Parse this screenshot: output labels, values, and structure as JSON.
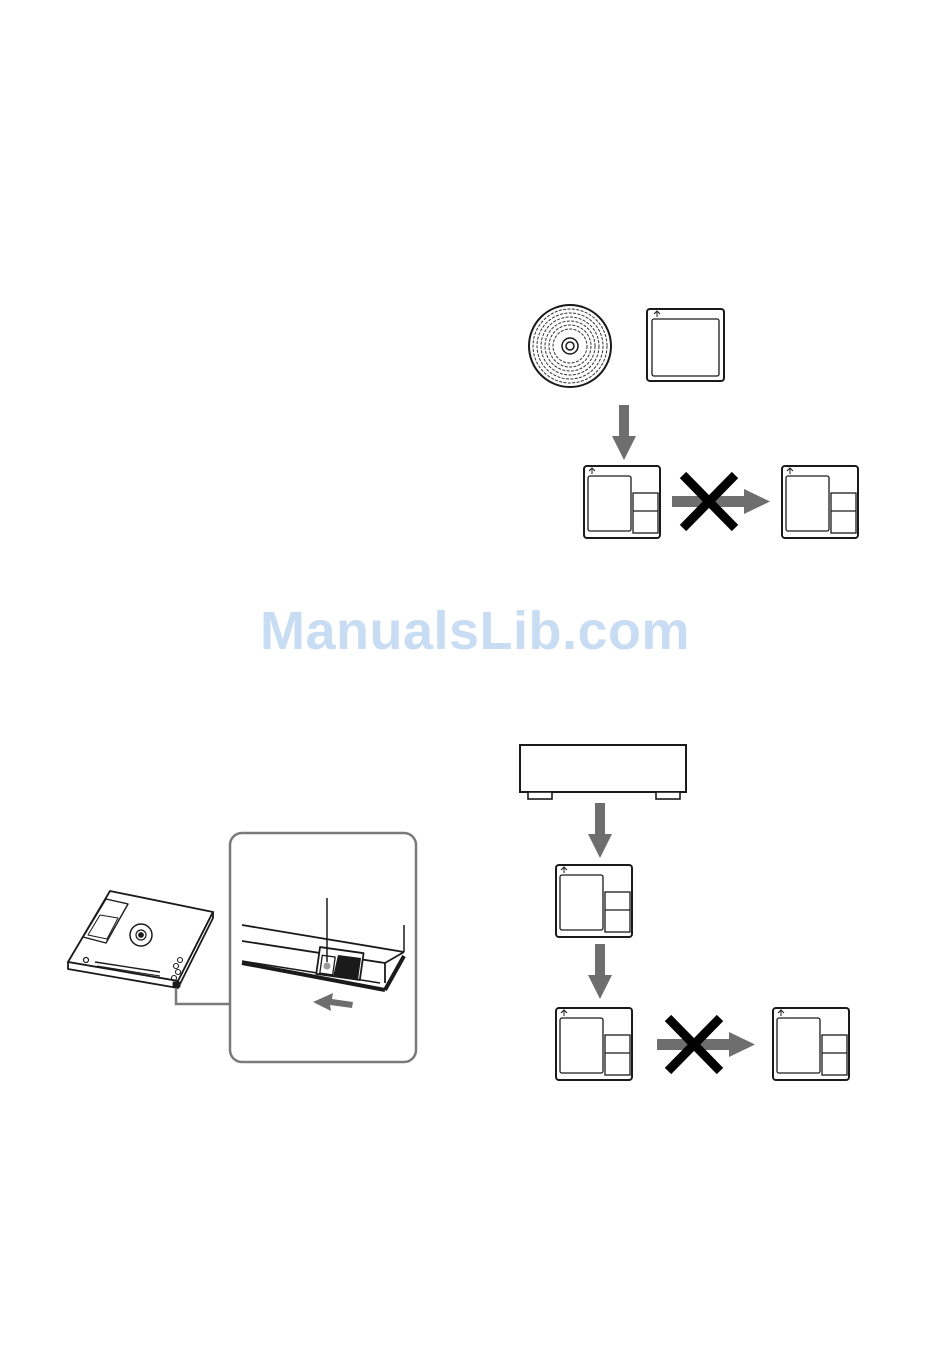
{
  "watermark": {
    "text": "ManualsLib.com",
    "color": "#9cc0ea"
  },
  "colors": {
    "line": "#1a1a1a",
    "arrow": "#6e6e6e",
    "cross": "#000000",
    "inset_border": "#7a7a7a"
  },
  "figures": [
    {
      "name": "scms-cd-to-md-copy-illustration",
      "description_icons": [
        "cd-disc-icon",
        "md-disc-icon",
        "arrow-down-icon",
        "md-disc-icon",
        "cross-icon",
        "arrow-right-icon",
        "md-disc-icon"
      ]
    },
    {
      "name": "write-protect-tab-illustration",
      "description_icons": [
        "minidisc-3d-icon",
        "write-protect-tab-icon",
        "slide-arrow-icon"
      ]
    },
    {
      "name": "scms-deck-to-md-copy-illustration",
      "description_icons": [
        "audio-deck-icon",
        "arrow-down-icon",
        "md-disc-icon",
        "arrow-down-icon",
        "md-disc-icon",
        "cross-icon",
        "arrow-right-icon",
        "md-disc-icon"
      ]
    }
  ]
}
